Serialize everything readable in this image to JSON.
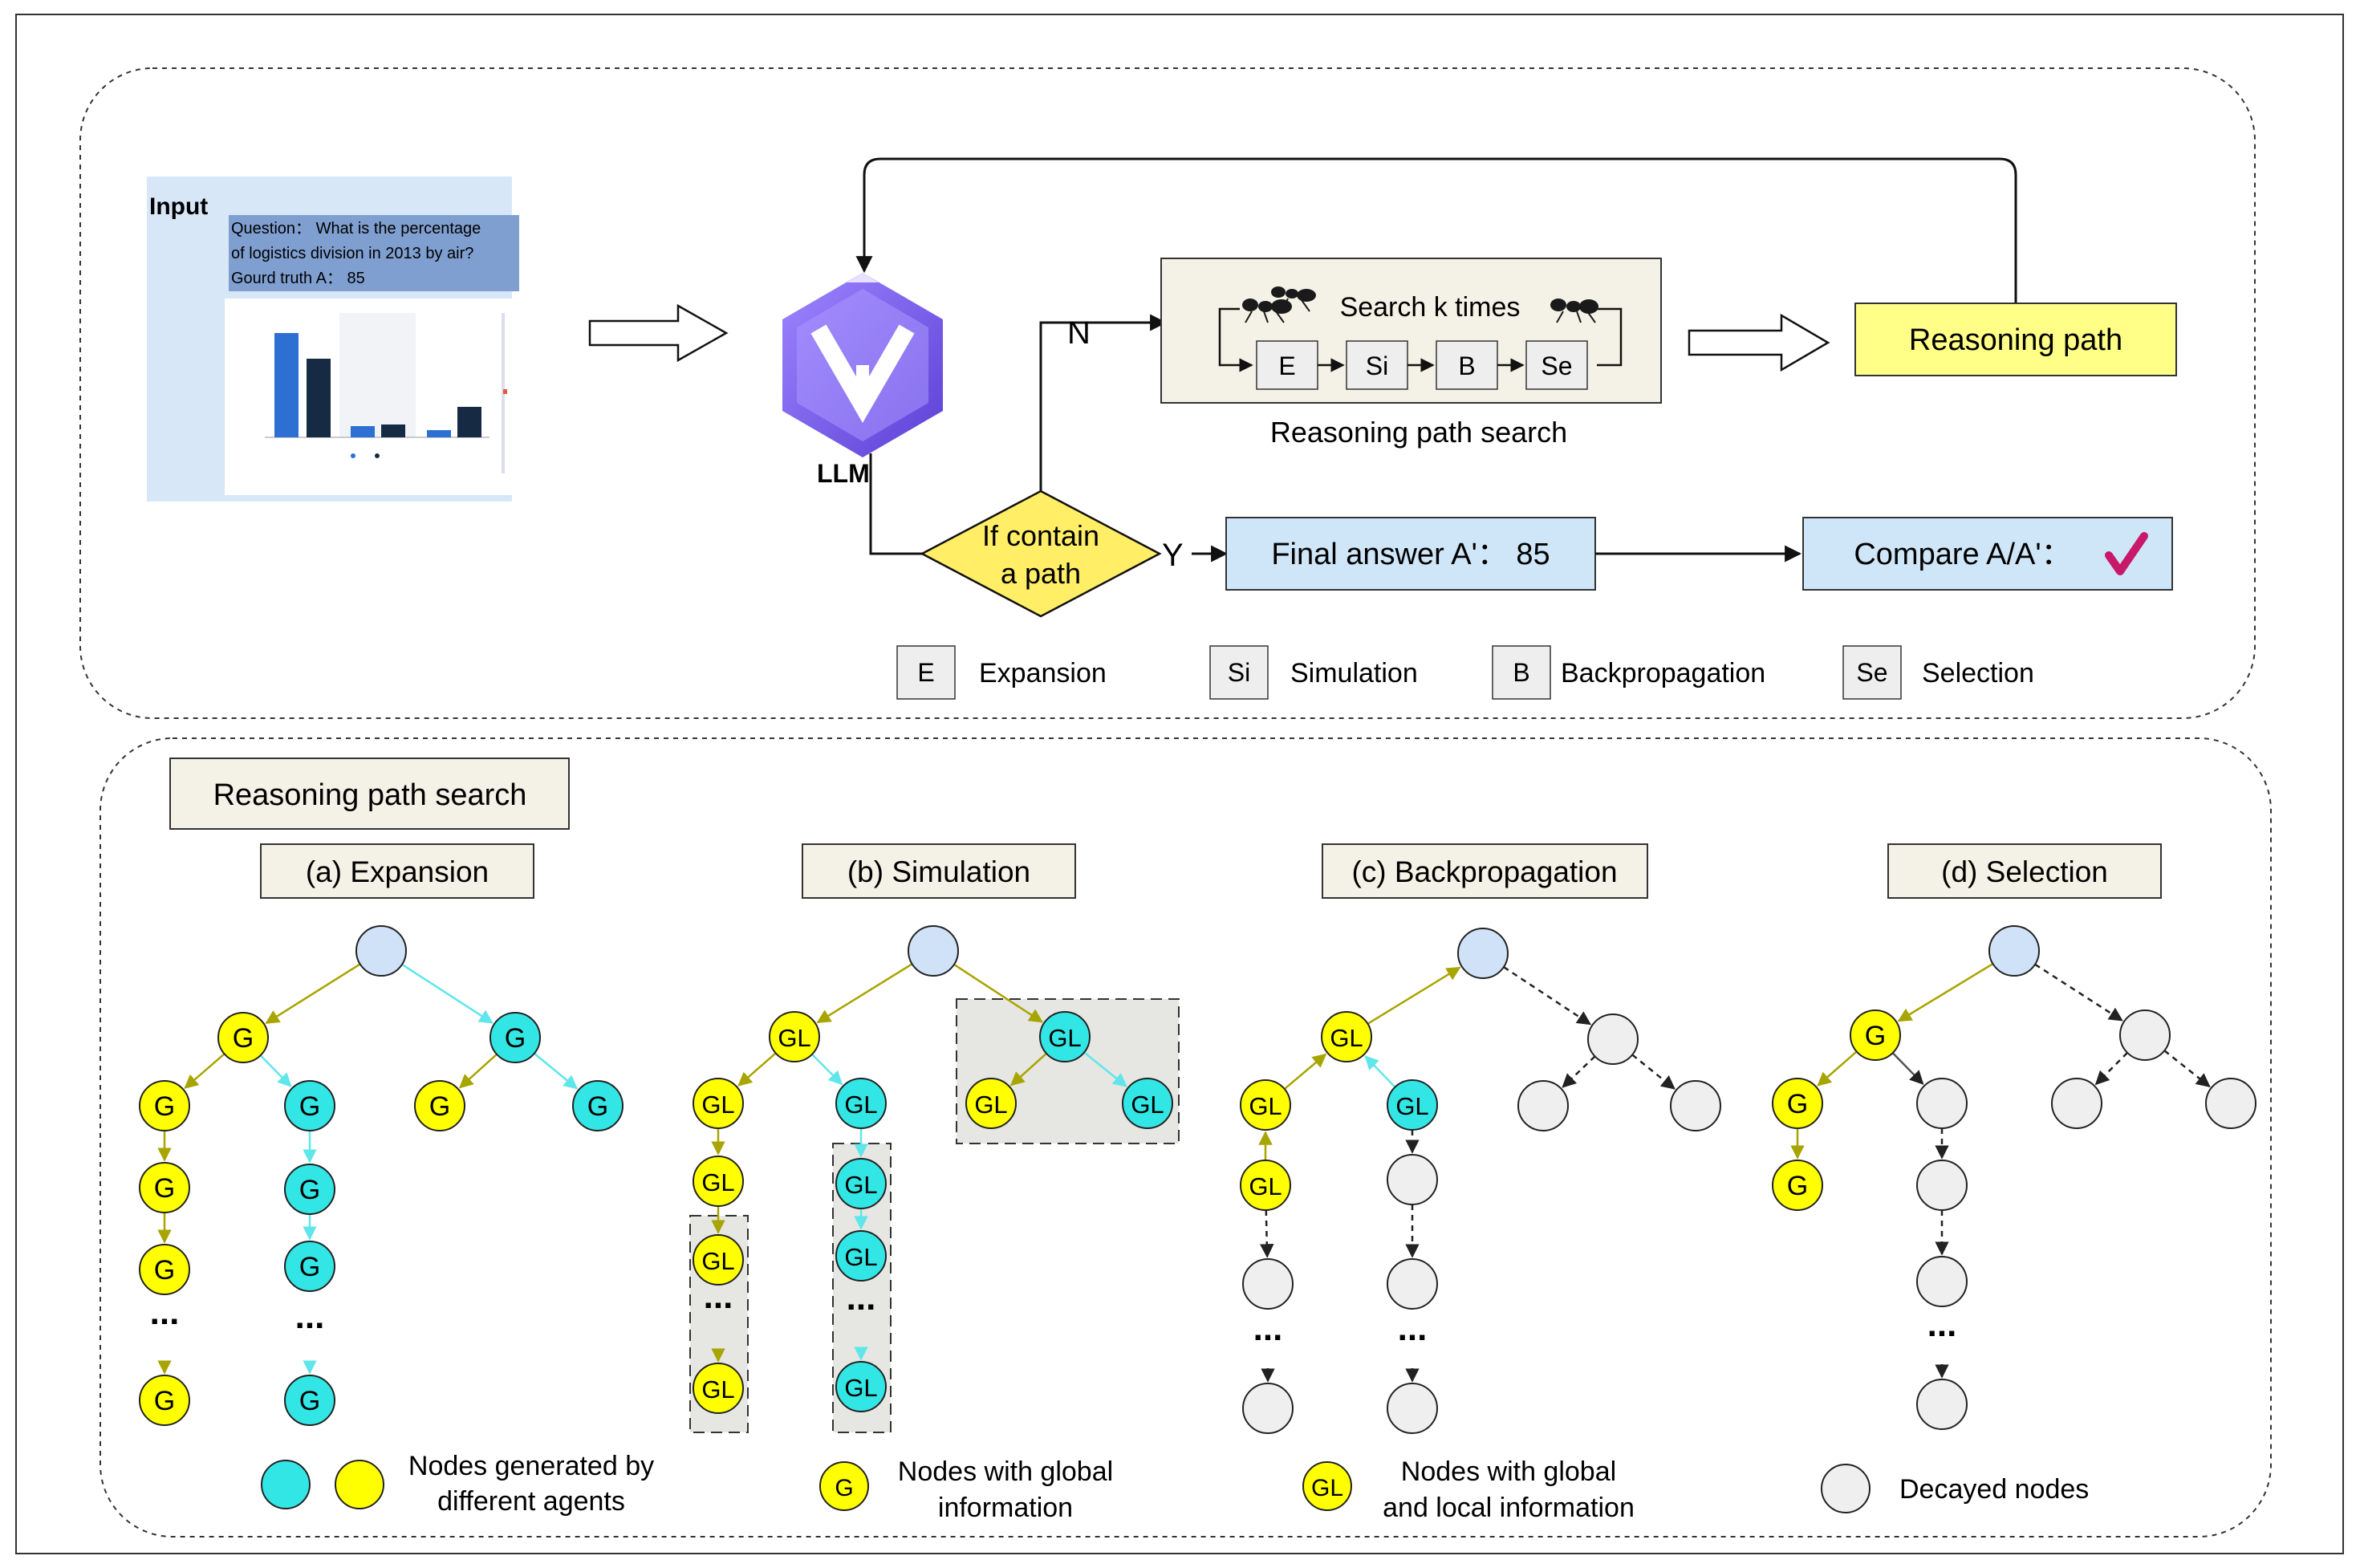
{
  "input": {
    "label": "Input",
    "question_lines": [
      "Question： What is the percentage",
      "of logistics division in 2013 by air?",
      "Gourd truth A： 85"
    ]
  },
  "llm": {
    "label": "LLM"
  },
  "decision": {
    "line1": "If contain",
    "line2": "a path",
    "no": "N",
    "yes": "Y"
  },
  "search_box": {
    "title": "Search k times",
    "steps": [
      "E",
      "Si",
      "B",
      "Se"
    ],
    "caption": "Reasoning path search"
  },
  "reasoning_path": "Reasoning path",
  "final_answer": "Final answer A'： 85",
  "compare": "Compare A/A'：",
  "legend_top": [
    {
      "abbr": "E",
      "text": "Expansion"
    },
    {
      "abbr": "Si",
      "text": "Simulation"
    },
    {
      "abbr": "B",
      "text": "Backpropagation"
    },
    {
      "abbr": "Se",
      "text": "Selection"
    }
  ],
  "bottom": {
    "title": "Reasoning path search",
    "panels": [
      "(a) Expansion",
      "(b) Simulation",
      "(c) Backpropagation",
      "(d) Selection"
    ],
    "node_labels": {
      "g": "G",
      "gl": "GL",
      "dots": "..."
    },
    "legend": {
      "agents": [
        "Nodes generated by",
        "different agents"
      ],
      "global": [
        "Nodes with global",
        "information"
      ],
      "global_local": [
        "Nodes with global",
        "and local information"
      ],
      "decayed": "Decayed nodes"
    }
  },
  "colors": {
    "yellow_node": "#ffff00",
    "cyan_node": "#33e6e6",
    "root_node": "#cfe2f7",
    "decayed_node": "#efefef",
    "yellow_box": "#ffff88",
    "blue_box": "#cfe6f8",
    "decision": "#ffee66",
    "llm_purple": "#7b5ce8",
    "check": "#c8186a",
    "olive_edge": "#a8a400",
    "cyan_edge": "#5fe6ea"
  }
}
